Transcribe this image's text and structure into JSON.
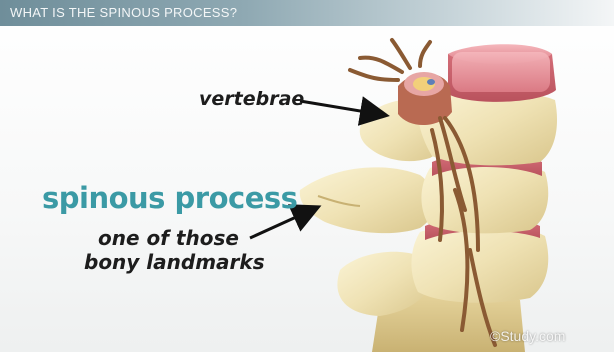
{
  "banner": {
    "title": "WHAT IS THE SPINOUS PROCESS?"
  },
  "labels": {
    "vertebrae": "vertebrae",
    "spinous_process": "spinous process",
    "subtitle_line1": "one of those",
    "subtitle_line2": "bony landmarks"
  },
  "watermark": "©Study.com",
  "colors": {
    "banner": "#7f9ba6",
    "accent": "#3b9aa5",
    "bone": "#efe3b8",
    "disc": "#e9929a",
    "nerve": "#8a5a33"
  }
}
